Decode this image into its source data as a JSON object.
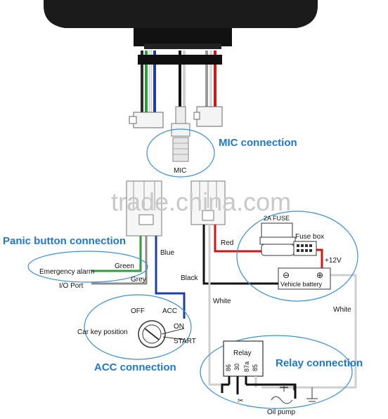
{
  "sections": {
    "mic": "MIC connection",
    "panic": "Panic button connection",
    "acc": "ACC connection",
    "relay": "Relay connection"
  },
  "labels": {
    "mic": "MIC",
    "green": "Green",
    "grey": "Grey",
    "emergency_alarm": "Emergency alarm",
    "io_port": "I/O Port",
    "blue": "Blue",
    "red": "Red",
    "black": "Black",
    "white_left": "White",
    "white_right": "White",
    "fuse": "2A FUSE",
    "fuse_box": "Fuse box",
    "plus12v": "+12V",
    "minus": "⊖",
    "plus": "⊕",
    "vehicle_battery": "Vehicle battery",
    "off": "OFF",
    "acc": "ACC",
    "on": "ON",
    "start": "START",
    "car_key_position": "Car key position",
    "relay": "Relay",
    "pin86": "86",
    "pin30": "30",
    "pin87a": "87a",
    "pin85": "85",
    "oil_pump": "Oil pump"
  },
  "watermark": "trade.china.com",
  "colors": {
    "section_text": "#1f78c8",
    "circle": "#3a8fd8",
    "wire_green": "#2e9e3c",
    "wire_grey": "#8c8c8c",
    "wire_blue": "#1c3fa6",
    "wire_red": "#d11616",
    "wire_black": "#111111",
    "wire_white": "#cfcfcf"
  }
}
